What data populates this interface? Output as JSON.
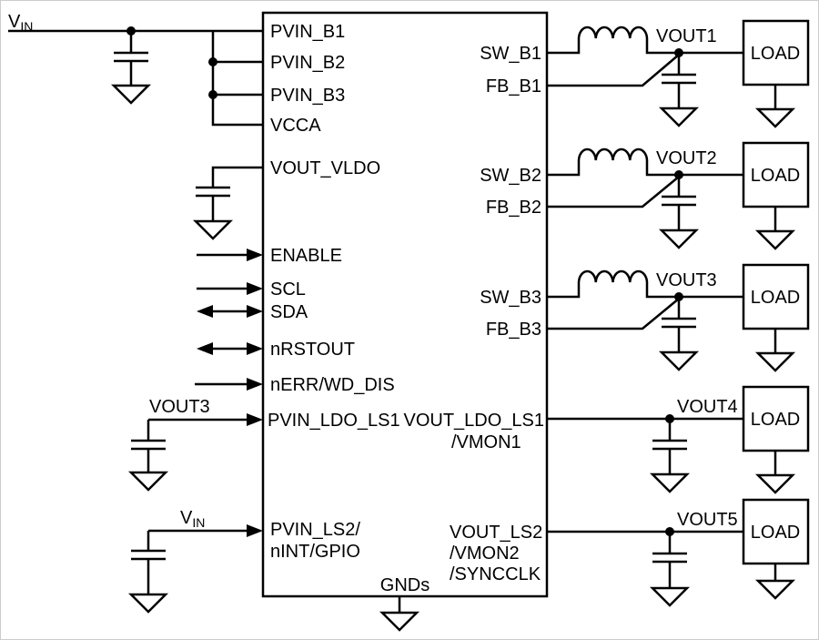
{
  "ic": {
    "left_pins": [
      "PVIN_B1",
      "PVIN_B2",
      "PVIN_B3",
      "VCCA",
      "VOUT_VLDO",
      "ENABLE",
      "SCL",
      "SDA",
      "nRSTOUT",
      "nERR/WD_DIS",
      "PVIN_LDO_LS1"
    ],
    "pvin_ls2_line1": "PVIN_LS2/",
    "pvin_ls2_line2": "nINT/GPIO",
    "right_pins": [
      "SW_B1",
      "FB_B1",
      "SW_B2",
      "FB_B2",
      "SW_B3",
      "FB_B3"
    ],
    "vout_ldo_ls1_line1": "VOUT_LDO_LS1",
    "vout_ldo_ls1_line2": "/VMON1",
    "vout_ls2_line1": "VOUT_LS2",
    "vout_ls2_line2": "/VMON2",
    "vout_ls2_line3": "/SYNCCLK",
    "gnd_pin": "GNDs"
  },
  "nets": {
    "vin_main": "V",
    "vin_sub": "IN",
    "vin_low": "V",
    "vin_low_sub": "IN",
    "vout3_feed": "VOUT3",
    "vout1": "VOUT1",
    "vout2": "VOUT2",
    "vout3": "VOUT3",
    "vout4": "VOUT4",
    "vout5": "VOUT5"
  },
  "loads": [
    "LOAD",
    "LOAD",
    "LOAD",
    "LOAD",
    "LOAD"
  ],
  "colors": {
    "line": "#000000",
    "background": "#ffffff"
  }
}
